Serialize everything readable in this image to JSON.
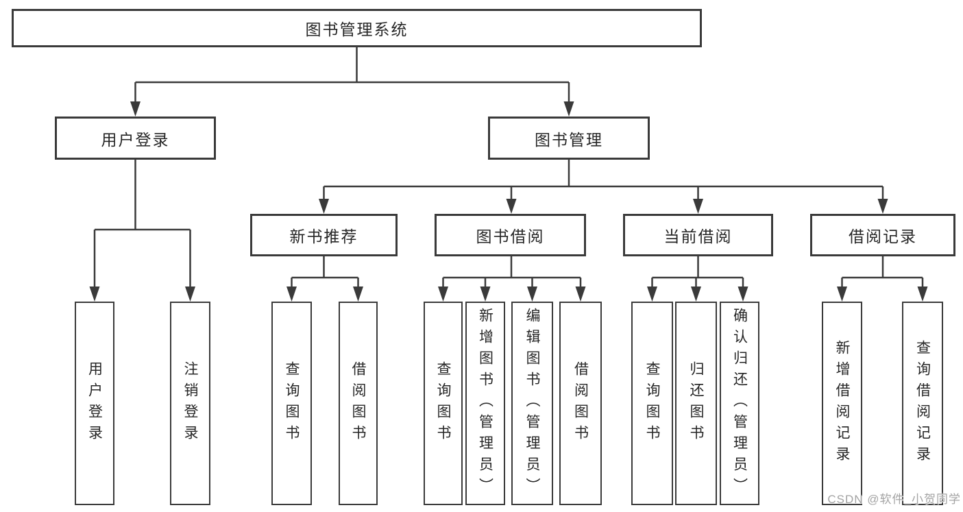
{
  "diagram": {
    "title_hint": "功能结构图",
    "root": {
      "label": "图书管理系统",
      "children": [
        {
          "label": "用户登录",
          "children": [
            {
              "label": "用户登录"
            },
            {
              "label": "注销登录"
            }
          ]
        },
        {
          "label": "图书管理",
          "children": [
            {
              "label": "新书推荐",
              "children": [
                {
                  "label": "查询图书"
                },
                {
                  "label": "借阅图书"
                }
              ]
            },
            {
              "label": "图书借阅",
              "children": [
                {
                  "label": "查询图书"
                },
                {
                  "label": "新增图书（管理员）"
                },
                {
                  "label": "编辑图书（管理员）"
                },
                {
                  "label": "借阅图书"
                }
              ]
            },
            {
              "label": "当前借阅",
              "children": [
                {
                  "label": "查询图书"
                },
                {
                  "label": "归还图书"
                },
                {
                  "label": "确认归还（管理员）"
                }
              ]
            },
            {
              "label": "借阅记录",
              "children": [
                {
                  "label": "新增借阅记录"
                },
                {
                  "label": "查询借阅记录"
                }
              ]
            }
          ]
        }
      ]
    }
  },
  "watermark": {
    "text": "CSDN @软件_小贺同学"
  },
  "colors": {
    "line": "#3a3a3a",
    "box_border": "#3a3a3a",
    "text": "#262626",
    "watermark": "#a3a3a3",
    "background": "#ffffff"
  }
}
